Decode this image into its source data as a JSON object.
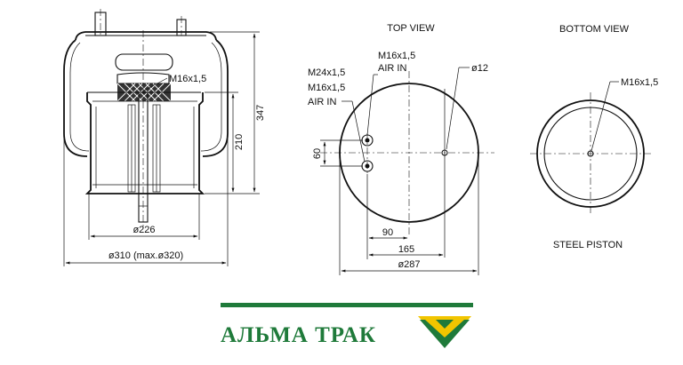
{
  "views": {
    "top_title": "TOP VIEW",
    "bottom_title": "BOTTOM VIEW",
    "piston_caption": "STEEL PISTON"
  },
  "side_view": {
    "thread_label": "M16x1,5",
    "height_total": "347",
    "height_piston": "210",
    "piston_diameter": "ø226",
    "bellow_diameter": "ø310 (max.ø320)"
  },
  "top_view": {
    "air_in_thread_1": "M16x1,5",
    "air_in_label_1": "AIR IN",
    "stud_thread": "M24x1,5",
    "air_in_thread_2": "M16x1,5",
    "air_in_label_2": "AIR IN",
    "hole_diameter": "ø12",
    "dim_60": "60",
    "dim_90": "90",
    "dim_165": "165",
    "plate_diameter": "ø287"
  },
  "bottom_view": {
    "thread_label": "M16x1,5"
  },
  "brand": {
    "name": "АЛЬМА ТРАК",
    "colors": {
      "green": "#1f7a3a",
      "yellow": "#f2c500"
    }
  }
}
